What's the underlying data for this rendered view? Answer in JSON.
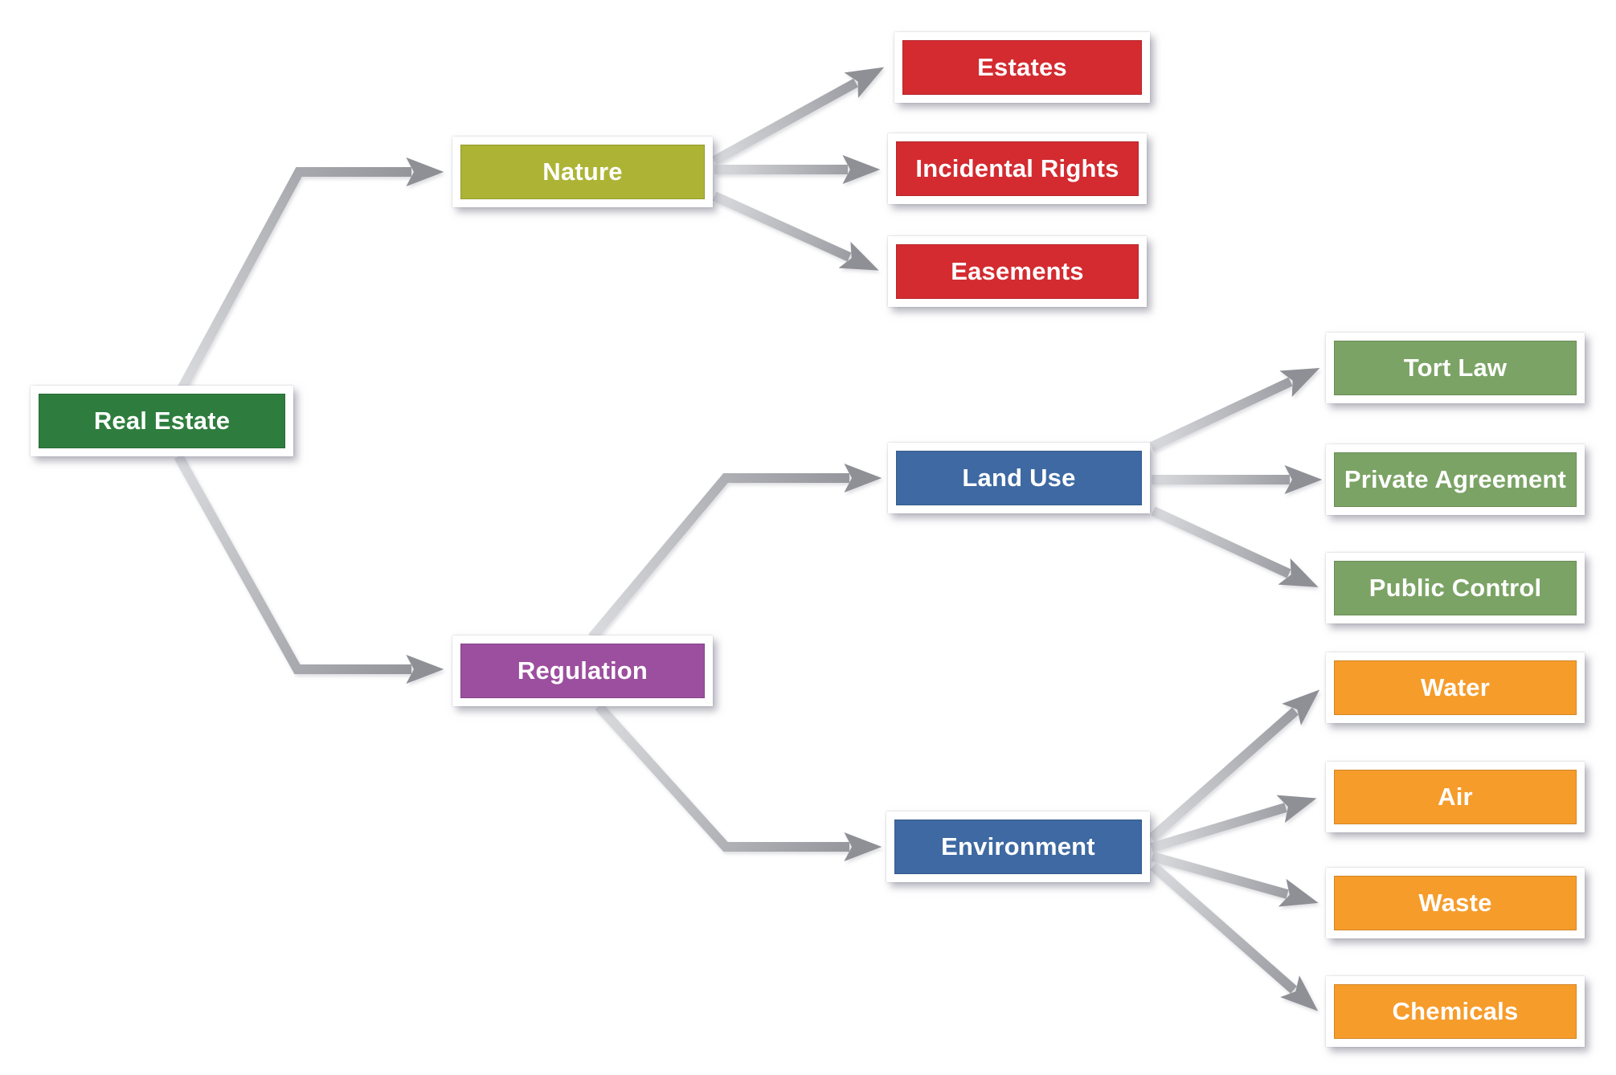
{
  "diagram": {
    "title": "Real Estate hierarchy diagram",
    "nodes": {
      "real_estate": {
        "label": "Real Estate",
        "color": "#2E7D3E"
      },
      "nature": {
        "label": "Nature",
        "color": "#ADB435"
      },
      "estates": {
        "label": "Estates",
        "color": "#D32B30"
      },
      "incidental_rights": {
        "label": "Incidental Rights",
        "color": "#D32B30"
      },
      "easements": {
        "label": "Easements",
        "color": "#D32B30"
      },
      "regulation": {
        "label": "Regulation",
        "color": "#9C4F9E"
      },
      "land_use": {
        "label": "Land Use",
        "color": "#3E69A2"
      },
      "environment": {
        "label": "Environment",
        "color": "#3E69A2"
      },
      "tort_law": {
        "label": "Tort Law",
        "color": "#7BA365"
      },
      "private_agreement": {
        "label": "Private Agreement",
        "color": "#7BA365"
      },
      "public_control": {
        "label": "Public Control",
        "color": "#7BA365"
      },
      "water": {
        "label": "Water",
        "color": "#F69C2B"
      },
      "air": {
        "label": "Air",
        "color": "#F69C2B"
      },
      "waste": {
        "label": "Waste",
        "color": "#F69C2B"
      },
      "chemicals": {
        "label": "Chemicals",
        "color": "#F69C2B"
      }
    },
    "edges": [
      {
        "from": "real_estate",
        "to": "nature"
      },
      {
        "from": "real_estate",
        "to": "regulation"
      },
      {
        "from": "nature",
        "to": "estates"
      },
      {
        "from": "nature",
        "to": "incidental_rights"
      },
      {
        "from": "nature",
        "to": "easements"
      },
      {
        "from": "regulation",
        "to": "land_use"
      },
      {
        "from": "regulation",
        "to": "environment"
      },
      {
        "from": "land_use",
        "to": "tort_law"
      },
      {
        "from": "land_use",
        "to": "private_agreement"
      },
      {
        "from": "land_use",
        "to": "public_control"
      },
      {
        "from": "environment",
        "to": "water"
      },
      {
        "from": "environment",
        "to": "air"
      },
      {
        "from": "environment",
        "to": "waste"
      },
      {
        "from": "environment",
        "to": "chemicals"
      }
    ],
    "palette": {
      "background": "#ffffff",
      "text": "#ffffff",
      "arrow_tail": "#DADBDE",
      "arrow_head": "#8F9096"
    }
  }
}
